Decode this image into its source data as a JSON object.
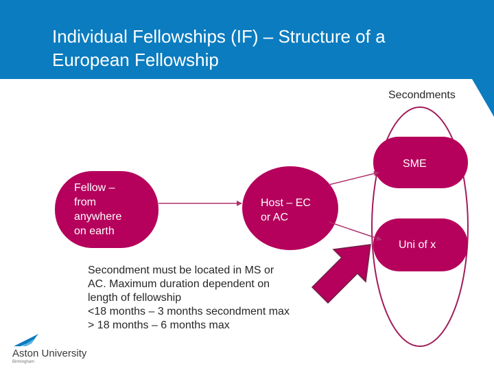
{
  "slide": {
    "title_lines": [
      "Individual Fellowships (IF) – Structure of a",
      "European Fellowship"
    ]
  },
  "diagram": {
    "fellow": {
      "lines": [
        "Fellow –",
        "from",
        "anywhere",
        "on earth"
      ]
    },
    "host": {
      "lines": [
        "Host – EC",
        "or AC"
      ]
    },
    "secondments_label": "Secondments",
    "sme": "SME",
    "uni": "Uni of x",
    "note_lines": [
      "Secondment must be located in MS or",
      "AC. Maximum duration dependent on",
      "length of fellowship",
      "<18 months – 3 months secondment max",
      "> 18 months – 6 months max"
    ]
  },
  "logo": {
    "name": "Aston University",
    "tagline": "Birmingham"
  },
  "colors": {
    "header": "#0b7cbf",
    "node": "#b5005c",
    "arrow": "#b0306a",
    "text": "#262626"
  }
}
